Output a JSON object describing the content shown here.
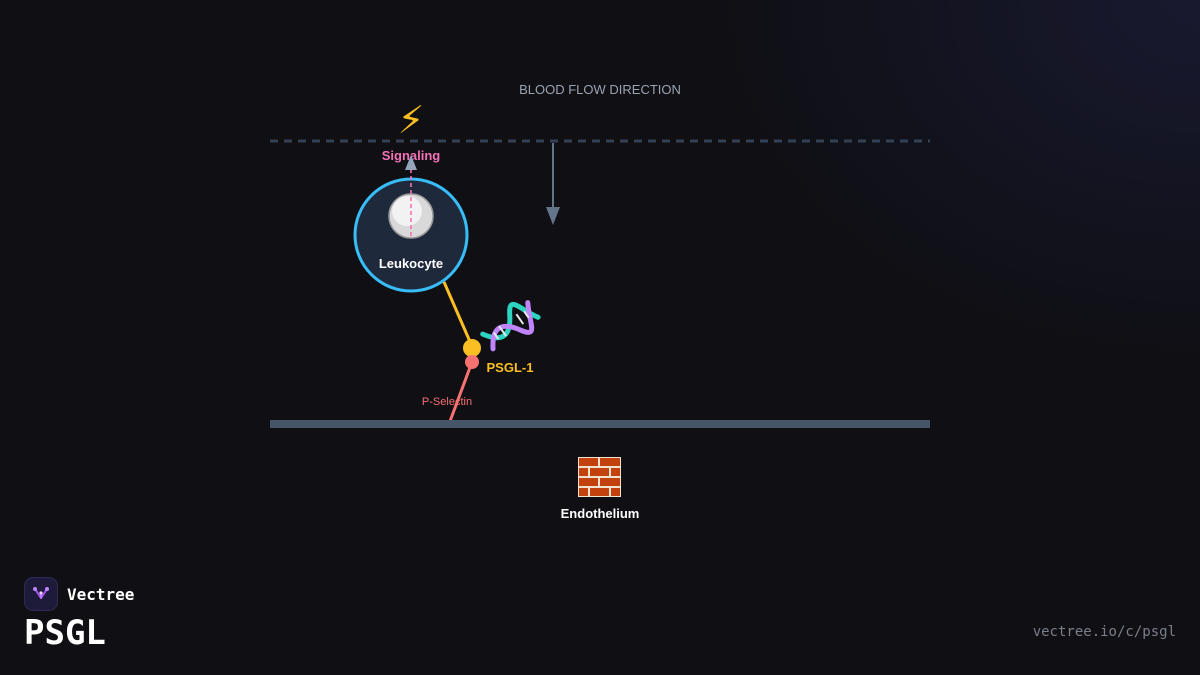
{
  "diagram": {
    "flow_label": "BLOOD FLOW DIRECTION",
    "signaling": {
      "icon": "lightning-icon",
      "glyph": "⚡",
      "label": "Signaling"
    },
    "leukocyte": {
      "icon": "white-circle-icon",
      "glyph": "⚪",
      "label": "Leukocyte"
    },
    "psgl1": {
      "icon": "dna-icon",
      "glyph": "🧬",
      "label": "PSGL-1"
    },
    "pselectin": {
      "label": "P-Selectin"
    },
    "endothelium": {
      "icon": "brick-icon",
      "glyph": "🧱",
      "label": "Endothelium"
    }
  },
  "colors": {
    "background": "#0f0f14",
    "leukocyte_stroke": "#38bdf8",
    "leukocyte_fill": "#1e293b",
    "psgl1": "#fbbf24",
    "pselectin": "#f87171",
    "signaling": "#f472b6",
    "membrane": "#475569",
    "flow_line": "#334155"
  },
  "brand": {
    "name": "Vectree",
    "logo_icon": "vectree-logo-icon"
  },
  "page": {
    "title": "PSGL",
    "url": "vectree.io/c/psgl"
  }
}
